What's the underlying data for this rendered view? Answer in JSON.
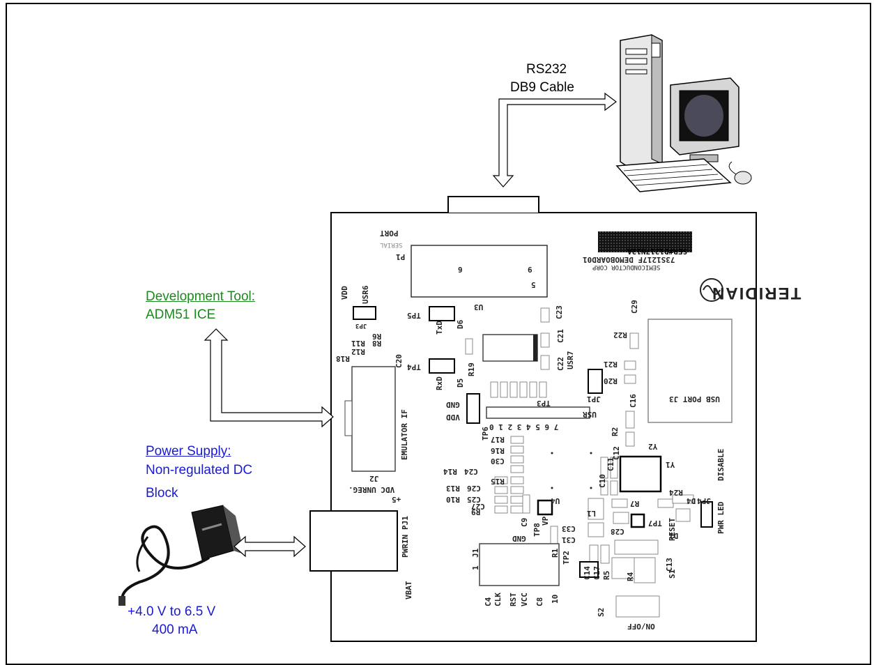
{
  "labels": {
    "rs232_line1": "RS232",
    "rs232_line2": "DB9 Cable",
    "devtool_title": "Development Tool:",
    "devtool_name": "ADM51 ICE",
    "power_title": "Power Supply:",
    "power_line1": "Non-regulated DC",
    "power_line2": "Block",
    "power_voltage": "+4.0 V to 6.5 V",
    "power_current": "400 mA"
  },
  "board": {
    "brand": "TERIDIAN",
    "semiconductor": "SEMICONDUCTOR CORP",
    "model": "73S1217F DEMOBOARD01",
    "serial": "SER#D1217N12A",
    "silk": [
      "PORT",
      "SERIAL",
      "P1",
      "U3",
      "USB PORT J3",
      "EMULATOR IF",
      "J2",
      "VDC UNREG.",
      "+5",
      "PJ1",
      "PWRIN",
      "VBAT",
      "GND",
      "TP2",
      "ON/OFF",
      "S2",
      "RESET",
      "S1",
      "PWR LED",
      "DISABLE",
      "JP4",
      "D4",
      "R24",
      "Y1",
      "Y2",
      "C29",
      "R22",
      "R21",
      "R20",
      "C16",
      "USR7",
      "JP1",
      "C21",
      "C22",
      "C23",
      "TP5",
      "TxD",
      "D6",
      "TP4",
      "RxD",
      "D5",
      "R19",
      "TP3",
      "USR",
      "7 6 5 4 3 2 1 0",
      "TP6",
      "GND",
      "VDD",
      "R17",
      "R16",
      "C30",
      "R14",
      "C24",
      "R15",
      "R13",
      "C26",
      "R10",
      "C25",
      "R9",
      "C27",
      "C9",
      "TP8",
      "VP",
      "U4",
      "R1",
      "C10",
      "C11",
      "C12",
      "R2",
      "L1",
      "C33",
      "C31",
      "C28",
      "TP7",
      "R7",
      "D1",
      "C14",
      "C17",
      "R5",
      "R4",
      "C13",
      "J1",
      "C4",
      "CLK",
      "RST",
      "VCC",
      "C8",
      "10",
      "1",
      "USR6",
      "VDD",
      "JP3",
      "R8",
      "R6",
      "R11",
      "R12",
      "R18",
      "C20",
      "6",
      "9",
      "5"
    ]
  }
}
